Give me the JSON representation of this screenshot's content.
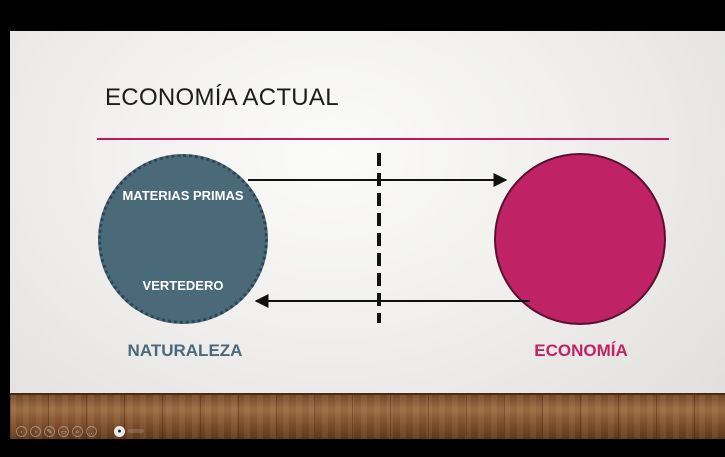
{
  "slide": {
    "title": "ECONOMÍA ACTUAL",
    "nature": {
      "top_text": "MATERIAS PRIMAS",
      "bottom_text": "VERTEDERO",
      "label": "NATURALEZA"
    },
    "economy": {
      "label": "ECONOMÍA"
    }
  },
  "colors": {
    "accent": "#c02266",
    "nature": "#4a6979",
    "rule": "#c2185b"
  },
  "controls": {
    "icons": [
      "previous-icon",
      "next-icon",
      "pen-icon",
      "slides-icon",
      "zoom-icon",
      "more-icon",
      "camera-icon"
    ],
    "previous_glyph": "‹",
    "next_glyph": "›",
    "pen_glyph": "✎",
    "slides_glyph": "▭",
    "zoom_glyph": "⌕",
    "more_glyph": "…",
    "camera_glyph": "●"
  }
}
